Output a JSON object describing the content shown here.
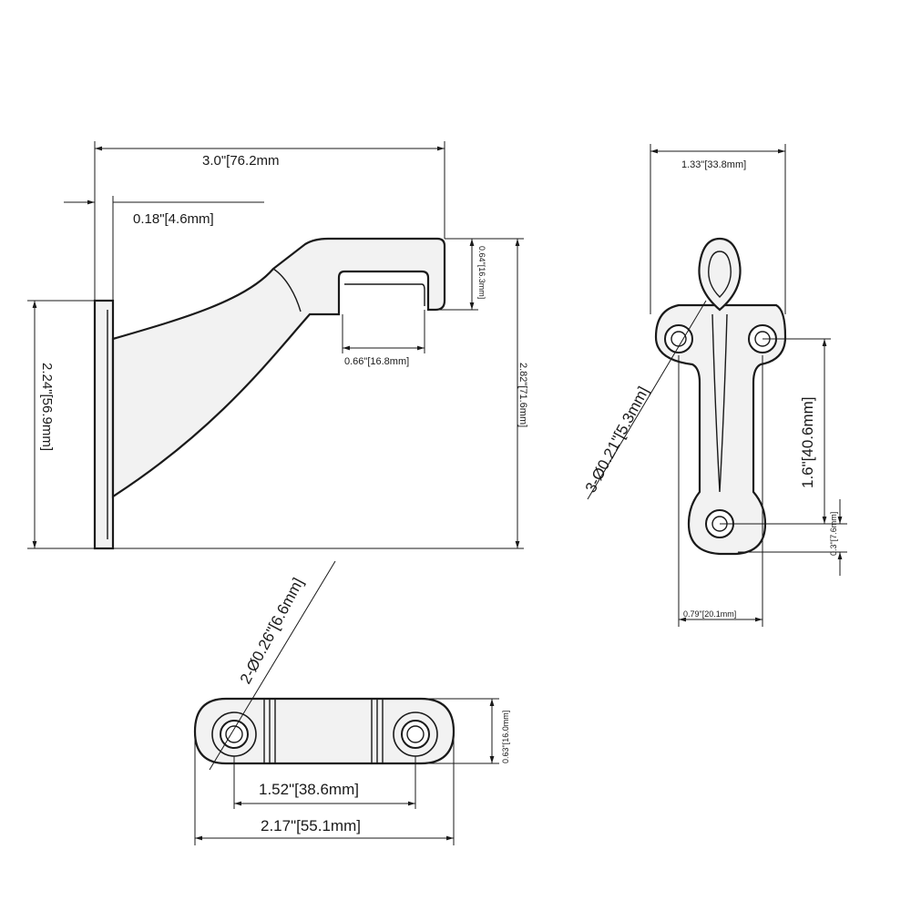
{
  "diagram": {
    "side_view": {
      "overall_length": "3.0\"[76.2mm",
      "plate_thickness": "0.18\"[4.6mm]",
      "plate_height": "2.24\"[56.9mm]",
      "overall_height": "2.82\"[71.6mm]",
      "saddle_width": "0.66\"[16.8mm]",
      "saddle_depth": "0.64\"[16.3mm]"
    },
    "front_view": {
      "width": "1.33\"[33.8mm]",
      "hole_spec": "3-Ø0.21\"[5.3mm]",
      "hole_vertical_spacing": "1.6\"[40.6mm]",
      "bottom_offset": "0.3\"[7.6mm]",
      "hole_horizontal_offset": "0.79\"[20.1mm]"
    },
    "top_view": {
      "hole_spec": "2-Ø0.26\"[6.6mm]",
      "hole_spacing": "1.52\"[38.6mm]",
      "overall_length": "2.17\"[55.1mm]",
      "height": "0.63\"[16.0mm]"
    }
  }
}
